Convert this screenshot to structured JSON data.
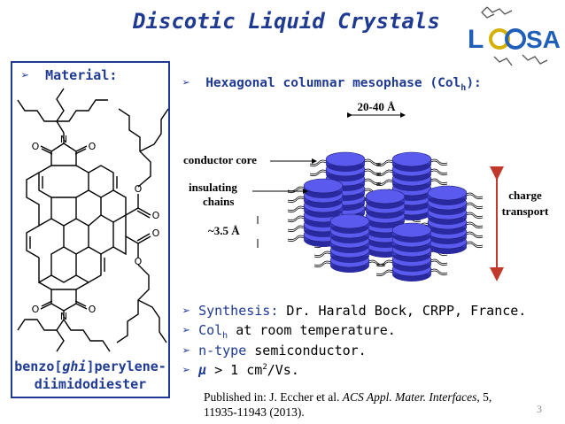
{
  "title": "Discotic Liquid Crystals",
  "logo": {
    "text_left": "L",
    "text_right": "SA"
  },
  "material": {
    "bullet": "➢",
    "label": "Material:"
  },
  "molecule_atoms": {
    "N": "N",
    "O": "O"
  },
  "molecule_name": {
    "line1_pre": "benzo[",
    "line1_ital": "ghi",
    "line1_post": "]perylene-",
    "line2": "diimidodiester"
  },
  "hexagonal": {
    "bullet": "➢",
    "text": "Hexagonal columnar mesophase (Col",
    "sub": "h",
    "end": "):"
  },
  "diagram": {
    "width_label": "20-40 Å",
    "conductor_core": "conductor core",
    "insulating": "insulating",
    "chains": "chains",
    "spacing": "~3.5 Å",
    "charge": "charge",
    "transport": "transport"
  },
  "bullets": [
    {
      "lead": "Synthesis:",
      "rest": " Dr. Harald Bock, CRPP, France."
    },
    {
      "lead": "Col",
      "sub": "h",
      "rest": " at room temperature."
    },
    {
      "lead": "n-type",
      "rest": " semiconductor."
    },
    {
      "lead": "μ",
      "rest": " > 1 cm",
      "sup": "2",
      "tail": "/Vs."
    }
  ],
  "citation": {
    "line1_pre": "Published in: J. Eccher et al. ",
    "line1_ital": "ACS Appl. Mater. Interfaces",
    "line1_post": ", 5,",
    "line2": "11935-11943 (2013)."
  },
  "page_number": "3",
  "colors": {
    "accent": "#1f3a93",
    "disk": "#4040d8",
    "arrow": "#c0392b"
  }
}
